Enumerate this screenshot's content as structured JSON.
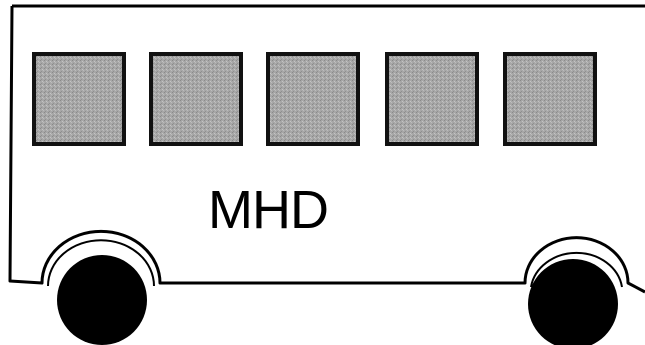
{
  "illustration": {
    "subject": "bus-side-view",
    "window_count": 5,
    "label": "MHD",
    "wheel_count": 2
  },
  "colors": {
    "background": "#ffffff",
    "outline": "#000000",
    "window_fill": "#a9a9a9",
    "window_border": "#111111",
    "wheel_fill": "#000000"
  }
}
